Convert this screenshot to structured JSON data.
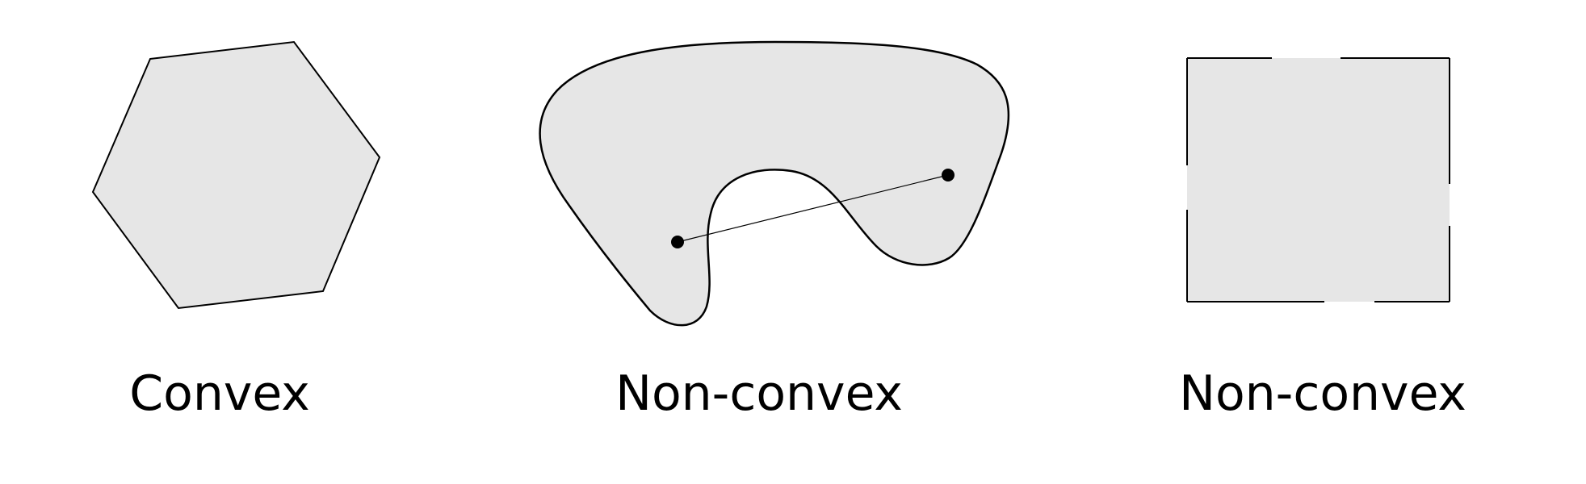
{
  "panels": [
    {
      "caption": "Convex"
    },
    {
      "caption": "Non-convex"
    },
    {
      "caption": "Non-convex"
    }
  ],
  "colors": {
    "fill": "#e6e6e6",
    "stroke": "#000000",
    "background": "#ffffff"
  }
}
